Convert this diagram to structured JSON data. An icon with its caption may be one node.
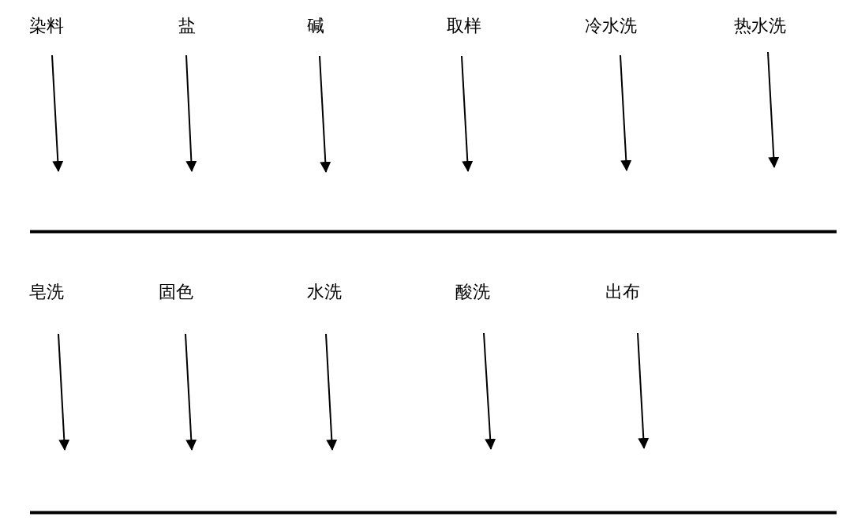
{
  "diagram": {
    "nodes": [
      {
        "text": [
          "染料"
        ]
      },
      {
        "text": [
          "盐"
        ]
      },
      {
        "text": [
          "碱"
        ]
      },
      {
        "text": [
          "取样"
        ]
      },
      {
        "text": [
          "冷水洗"
        ]
      },
      {
        "text": [
          "热水洗"
        ]
      },
      {
        "text": [
          "皂洗"
        ]
      },
      {
        "text": [
          "固色"
        ]
      },
      {
        "text": [
          "水洗"
        ]
      },
      {
        "text": [
          "酸洗"
        ]
      },
      {
        "text": [
          "出布"
        ]
      }
    ],
    "edges": [
      {
        "from": 0,
        "to": null,
        "arrow": "to"
      },
      {
        "from": 1,
        "to": null,
        "arrow": "to"
      },
      {
        "from": 2,
        "to": null,
        "arrow": "to"
      },
      {
        "from": 3,
        "to": null,
        "arrow": "to"
      },
      {
        "from": 4,
        "to": null,
        "arrow": "to"
      },
      {
        "from": 5,
        "to": null,
        "arrow": "to"
      },
      {
        "from": 6,
        "to": null,
        "arrow": "to"
      },
      {
        "from": 7,
        "to": null,
        "arrow": "to"
      },
      {
        "from": 8,
        "to": null,
        "arrow": "to"
      },
      {
        "from": 9,
        "to": null,
        "arrow": "to"
      },
      {
        "from": 10,
        "to": null,
        "arrow": "to"
      }
    ]
  }
}
